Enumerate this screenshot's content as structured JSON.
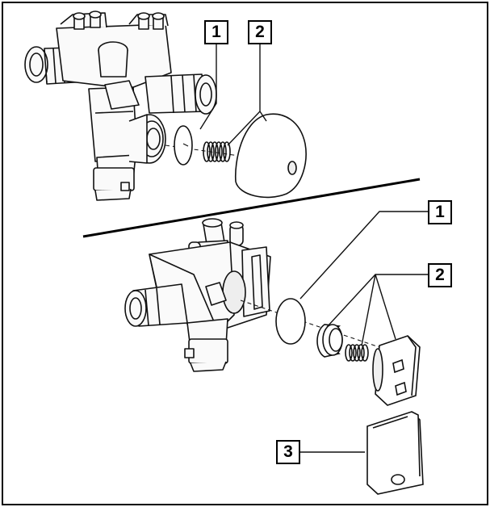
{
  "callouts": {
    "top_1": "1",
    "top_2": "2",
    "bottom_1": "1",
    "bottom_2": "2",
    "bottom_3": "3"
  }
}
